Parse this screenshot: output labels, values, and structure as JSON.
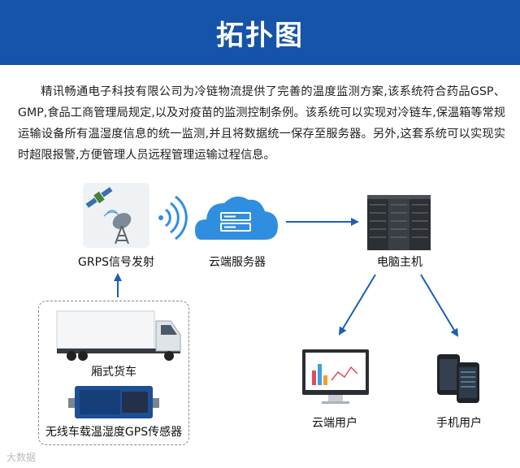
{
  "header": {
    "title": "拓扑图"
  },
  "intro": {
    "text": "精讯畅通电子科技有限公司为冷链物流提供了完善的温度监测方案,该系统符合药品GSP、GMP,食品工商管理局规定,以及对疫苗的监测控制条例。该系统可以实现对冷链车,保温箱等常规运输设备所有温湿度信息的统一监测,并且将数据统一保存至服务器。另外,这套系统可以实现实时超限报警,方便管理人员远程管理运输过程信息。"
  },
  "nodes": {
    "grps": "GRPS信号发射",
    "cloud_server": "云端服务器",
    "host": "电脑主机",
    "truck": "厢式货车",
    "sensor": "无线车载温湿度GPS传感器",
    "cloud_user": "云端用户",
    "mobile_user": "手机用户"
  },
  "icons": {
    "grps": "satellite-dish-icon",
    "signal": "wifi-signal-icon",
    "cloud_server": "cloud-server-icon",
    "host": "server-rack-icon",
    "truck": "box-truck-icon",
    "sensor": "sensor-device-icon",
    "cloud_user": "desktop-monitor-icon",
    "mobile_user": "smartphone-icon"
  },
  "colors": {
    "header": "#1554a8",
    "arrow": "#1a5fb4",
    "cloud": "#2f8ee0"
  },
  "watermark": "大数据"
}
